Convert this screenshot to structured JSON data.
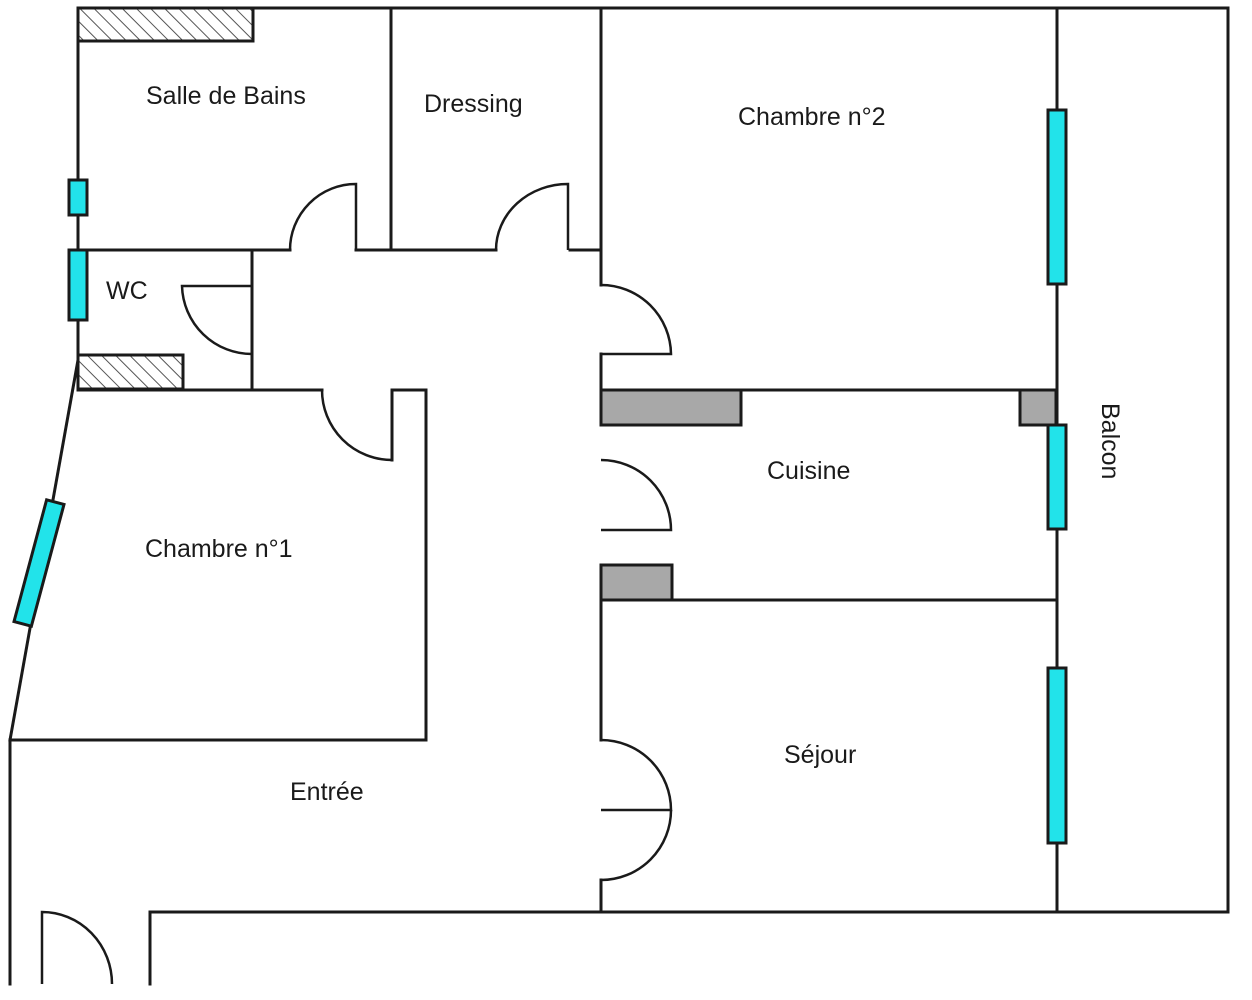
{
  "rooms": {
    "salle_de_bains": "Salle de Bains",
    "dressing": "Dressing",
    "chambre_2": "Chambre n°2",
    "wc": "WC",
    "cuisine": "Cuisine",
    "balcon": "Balcon",
    "chambre_1": "Chambre n°1",
    "sejour": "Séjour",
    "entree": "Entrée"
  },
  "colors": {
    "wall": "#1a1a1a",
    "window": "#22e3ea",
    "column": "#a8a8a8",
    "background": "#ffffff"
  }
}
